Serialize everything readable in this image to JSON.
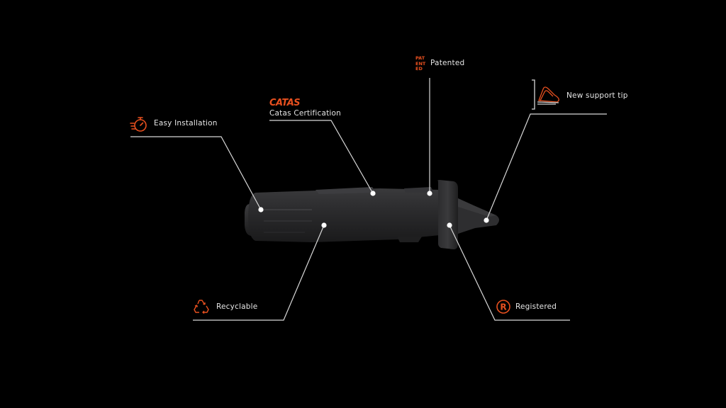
{
  "colors": {
    "background": "#000000",
    "accent": "#e8501f",
    "text": "#e6e6e6",
    "line": "#d8d8d8",
    "product_body": "#2a2a2c"
  },
  "product": {
    "name": "product-device",
    "callouts": [
      {
        "key": "easy_installation",
        "label": "Easy Installation",
        "icon": "stopwatch-icon"
      },
      {
        "key": "catas",
        "label": "Catas Certification",
        "icon": "catas-logo",
        "brand_text": "CATAS"
      },
      {
        "key": "patented",
        "label": "Patented",
        "icon": "patented-stamp",
        "stamp_lines": [
          "PAT",
          "ENT",
          "ED"
        ]
      },
      {
        "key": "support_tip",
        "label": "New support tip",
        "icon": "support-tip-icon"
      },
      {
        "key": "recyclable",
        "label": "Recyclable",
        "icon": "recycle-icon"
      },
      {
        "key": "registered",
        "label": "Registered",
        "icon": "registered-icon",
        "symbol": "R"
      }
    ]
  }
}
